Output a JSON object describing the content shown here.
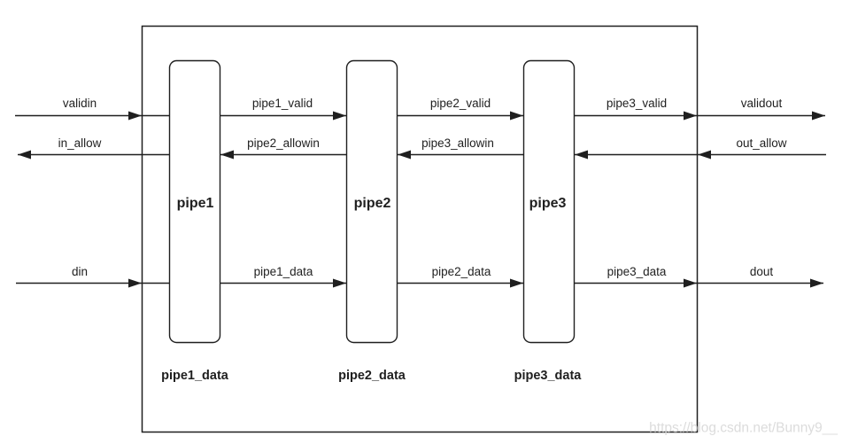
{
  "diagram": {
    "title_hint": "3-stage pipeline handshake block diagram",
    "colors": {
      "line": "#1f1f1f",
      "text": "#1f1f1f",
      "watermark": "#dcdcdc",
      "background": "#ffffff"
    },
    "blocks": [
      {
        "label": "pipe1",
        "data_label": "pipe1_data"
      },
      {
        "label": "pipe2",
        "data_label": "pipe2_data"
      },
      {
        "label": "pipe3",
        "data_label": "pipe3_data"
      }
    ],
    "signals": {
      "valid": [
        "validin",
        "pipe1_valid",
        "pipe2_valid",
        "pipe3_valid",
        "validout"
      ],
      "allow": [
        "in_allow",
        "pipe2_allowin",
        "pipe3_allowin",
        "out_allow"
      ],
      "data": [
        "din",
        "pipe1_data",
        "pipe2_data",
        "pipe3_data",
        "dout"
      ]
    },
    "watermark": "https://blog.csdn.net/Bunny9__"
  }
}
